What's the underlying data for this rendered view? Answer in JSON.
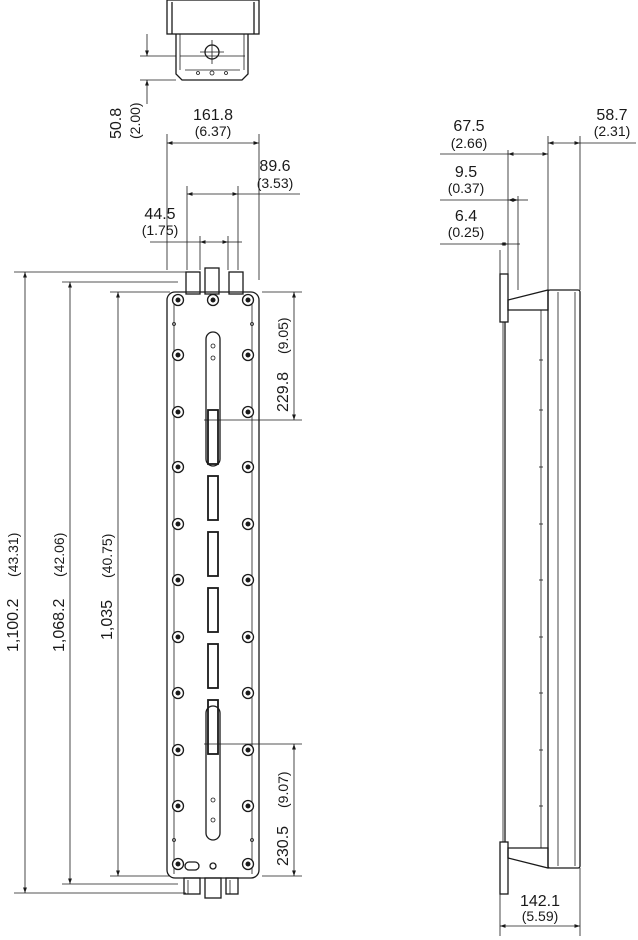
{
  "dimensions": {
    "top_height": {
      "mm": "50.8",
      "in": "(2.00)"
    },
    "width_total": {
      "mm": "161.8",
      "in": "(6.37)"
    },
    "width_mid": {
      "mm": "89.6",
      "in": "(3.53)"
    },
    "width_conn": {
      "mm": "44.5",
      "in": "(1.75)"
    },
    "length_total": {
      "mm": "1,100.2",
      "in": "(43.31)"
    },
    "length_plate": {
      "mm": "1,068.2",
      "in": "(42.06)"
    },
    "length_holes": {
      "mm": "1,035",
      "in": "(40.75)"
    },
    "top_slot": {
      "mm": "229.8",
      "in": "(9.05)"
    },
    "bottom_slot": {
      "mm": "230.5",
      "in": "(9.07)"
    },
    "side_depth": {
      "mm": "67.5",
      "in": "(2.66)"
    },
    "side_body": {
      "mm": "58.7",
      "in": "(2.31)"
    },
    "side_flange": {
      "mm": "9.5",
      "in": "(0.37)"
    },
    "side_plate": {
      "mm": "6.4",
      "in": "(0.25)"
    },
    "side_width": {
      "mm": "142.1",
      "in": "(5.59)"
    }
  }
}
